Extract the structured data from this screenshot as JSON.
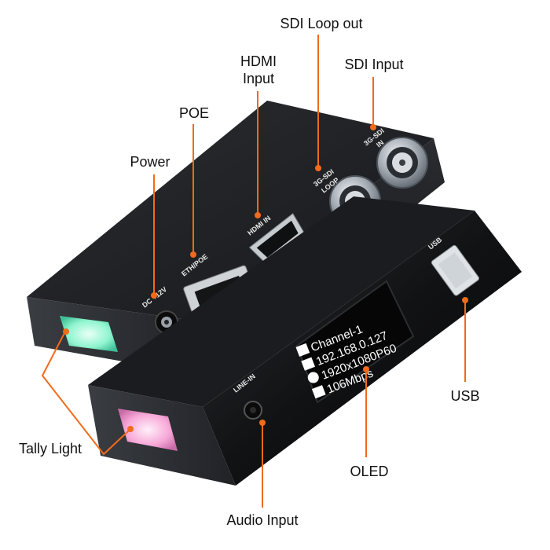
{
  "callouts": {
    "sdi_loop_out": "SDI Loop out",
    "hdmi_input_line1": "HDMI",
    "hdmi_input_line2": "Input",
    "sdi_input": "SDI Input",
    "poe": "POE",
    "power": "Power",
    "usb": "USB",
    "oled": "OLED",
    "tally_light": "Tally Light",
    "audio_input": "Audio Input"
  },
  "device_labels": {
    "dc": "DC +12V",
    "eth_poe": "ETH/POE",
    "hdmi_in": "HDMI IN",
    "sdi_loop_line1": "3G-SDI",
    "sdi_loop_line2": "LOOP",
    "sdi_in_line1": "3G-SDI",
    "sdi_in_line2": "IN",
    "usb": "USB",
    "line_in": "LINE-IN"
  },
  "oled": {
    "channel": "Channel-1",
    "ip": "192.168.0.127",
    "resolution": "1920x1080P60",
    "bitrate": "106Mbps"
  },
  "colors": {
    "leader_line": "#f26a1b",
    "callout_dot": "#f26a1b",
    "tally_green": "#8ff5cf",
    "tally_pink": "#f7a8d8",
    "device_body": "#1d1f22"
  }
}
